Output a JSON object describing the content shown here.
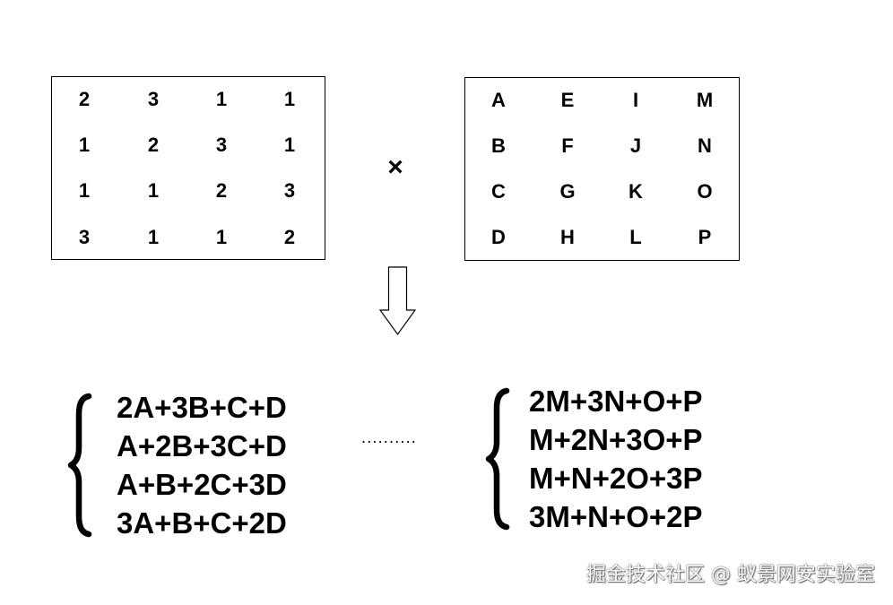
{
  "matrix_left": {
    "rows": [
      [
        "2",
        "3",
        "1",
        "1"
      ],
      [
        "1",
        "2",
        "3",
        "1"
      ],
      [
        "1",
        "1",
        "2",
        "3"
      ],
      [
        "3",
        "1",
        "1",
        "2"
      ]
    ]
  },
  "operator": "×",
  "matrix_right": {
    "rows": [
      [
        "A",
        "E",
        "I",
        "M"
      ],
      [
        "B",
        "F",
        "J",
        "N"
      ],
      [
        "C",
        "G",
        "K",
        "O"
      ],
      [
        "D",
        "H",
        "L",
        "P"
      ]
    ]
  },
  "result_left": [
    "2A+3B+C+D",
    "A+2B+3C+D",
    "A+B+2C+3D",
    "3A+B+C+2D"
  ],
  "ellipsis": "..........",
  "result_right": [
    "2M+3N+O+P",
    "M+2N+3O+P",
    "M+N+2O+3P",
    "3M+N+O+2P"
  ],
  "watermark": "掘金技术社区 @ 蚁景网安实验室"
}
